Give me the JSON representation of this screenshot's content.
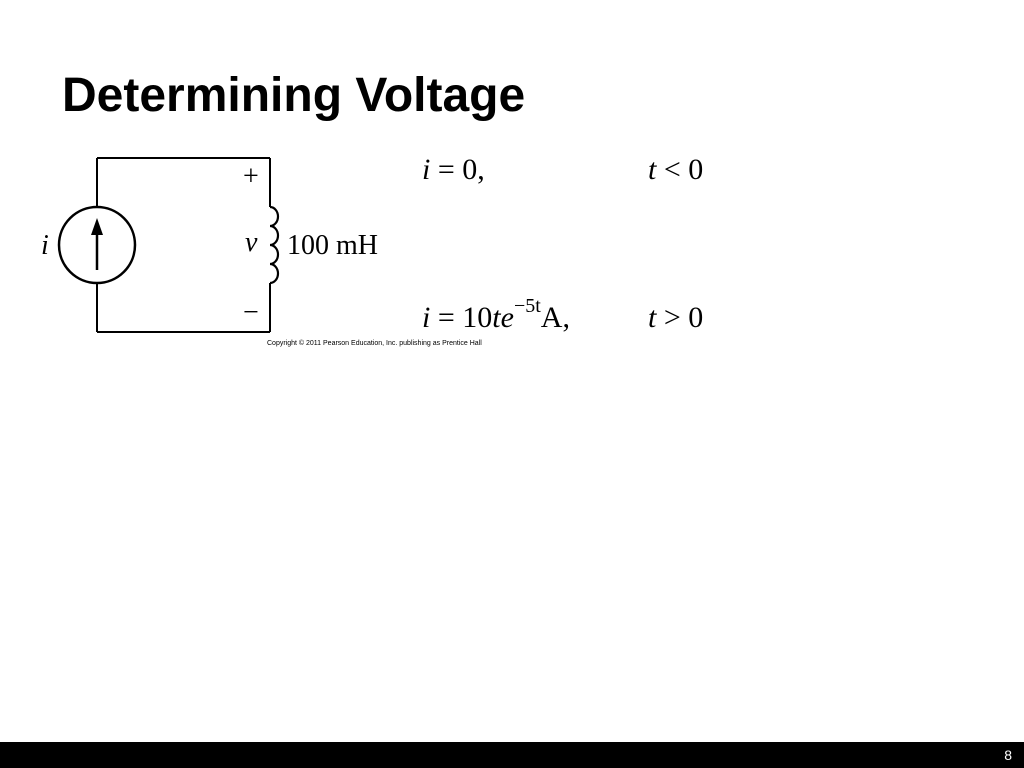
{
  "slide": {
    "title": "Determining Voltage",
    "page_number": "8"
  },
  "circuit": {
    "source_label": "i",
    "voltage_label": "v",
    "plus_sign": "+",
    "minus_sign": "−",
    "inductor_label": "100 mH",
    "copyright": "Copyright © 2011 Pearson Education, Inc. publishing as Prentice Hall"
  },
  "equations": [
    {
      "var": "i",
      "equals": " = ",
      "coef": "0,",
      "condition_var": "t",
      "condition_rest": " < 0"
    },
    {
      "var": "i",
      "equals": " = ",
      "coef": "10",
      "t": "t",
      "e": "e",
      "exponent": "−5t",
      "unit": "A,",
      "condition_var": "t",
      "condition_rest": " > 0"
    }
  ]
}
